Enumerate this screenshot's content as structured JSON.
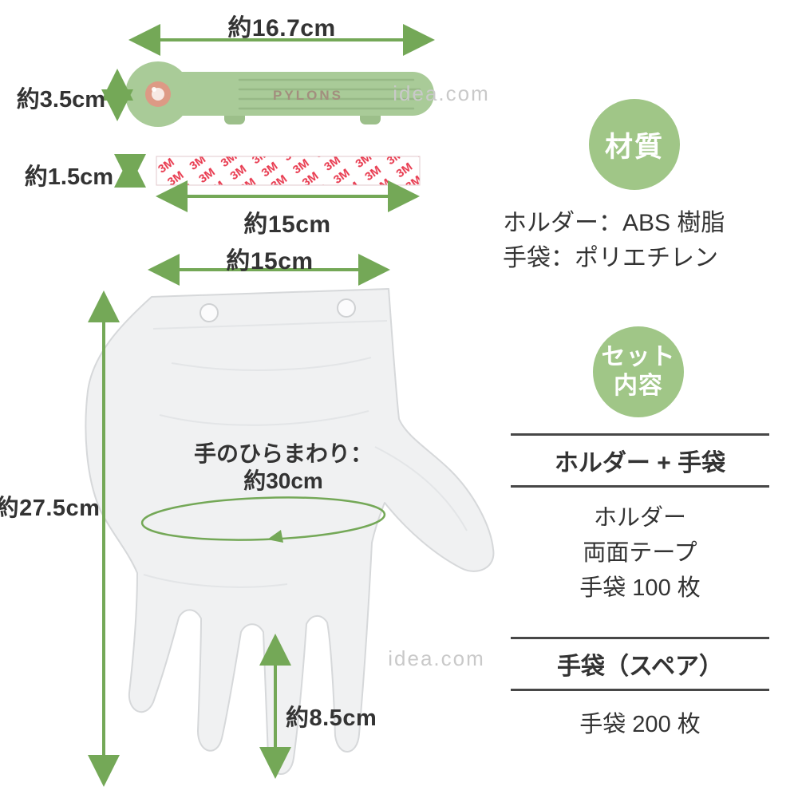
{
  "watermarks": {
    "top": "idea.com",
    "bottom": "idea.com"
  },
  "holder_diagram": {
    "brand": "PYLONS",
    "width": "約16.7cm",
    "height": "約3.5cm"
  },
  "tape_diagram": {
    "height": "約1.5cm",
    "width": "約15cm",
    "pattern_text": "3M"
  },
  "glove_diagram": {
    "width": "約15cm",
    "height": "約27.5cm",
    "palm_line1": "手のひらまわり：",
    "palm_line2": "約30cm",
    "middle_finger": "約8.5cm"
  },
  "material_section": {
    "badge": "材質",
    "lines": [
      "ホルダー：ABS 樹脂",
      "手袋：ポリエチレン"
    ]
  },
  "set_section": {
    "badge_line1": "セット",
    "badge_line2": "内容",
    "groups": [
      {
        "title": "ホルダー + 手袋",
        "items": [
          "ホルダー",
          "両面テープ",
          "手袋 100 枚"
        ]
      },
      {
        "title": "手袋（スペア）",
        "items": [
          "手袋 200 枚"
        ]
      }
    ]
  },
  "colors": {
    "accent_green": "#74a857",
    "badge_green": "#a0c687",
    "holder_green": "#a9cb98",
    "tape_red": "#e8394e",
    "text_dark": "#333333",
    "watermark_gray": "#c9c9c9"
  }
}
